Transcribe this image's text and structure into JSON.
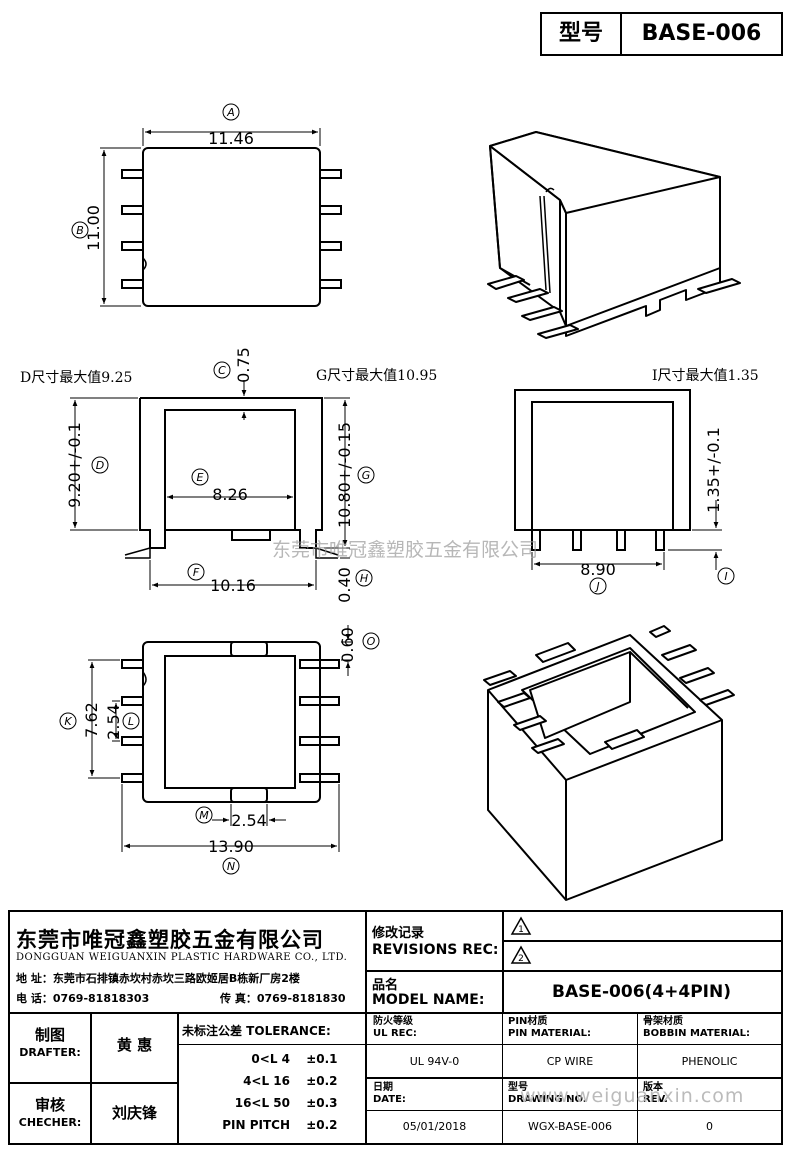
{
  "header": {
    "type_label": "型号",
    "type_value": "BASE-006"
  },
  "dimensions": {
    "a_value": "11.46",
    "b_value": "11.00",
    "c_value": "0.75",
    "d_value": "9.20+/-0.1",
    "e_value": "8.26",
    "f_value": "10.16",
    "g_value": "10.80+/-0.15",
    "h_value": "0.40",
    "i_value": "1.35+/-0.1",
    "j_value": "8.90",
    "k_value": "7.62",
    "l_value": "2.54",
    "m_value": "2.54",
    "n_value": "13.90",
    "o_value": "0.60"
  },
  "markers": {
    "a": "A",
    "b": "B",
    "c": "C",
    "d": "D",
    "e": "E",
    "f": "F",
    "g": "G",
    "h": "H",
    "i": "I",
    "j": "J",
    "k": "K",
    "l": "L",
    "m": "M",
    "n": "N",
    "o": "O"
  },
  "notes": {
    "d_note": "D尺寸最大值9.25",
    "g_note": "G尺寸最大值10.95",
    "i_note": "I尺寸最大值1.35"
  },
  "watermarks": {
    "company": "东莞市唯冠鑫塑胶五金有限公司",
    "url": "www.weiguanxin.com"
  },
  "company": {
    "name_cn": "东莞市唯冠鑫塑胶五金有限公司",
    "name_en": "DONGGUAN WEIGUANXIN PLASTIC HARDWARE CO., LTD.",
    "address": "地 址：东莞市石排镇赤坎村赤坎三路欧姬居B栋新厂房2楼",
    "phone": "电 话：0769-81818303",
    "fax": "传 真：0769-8181830"
  },
  "revisions": {
    "label_cn": "修改记录",
    "label_en": "REVISIONS REC:",
    "marks": [
      "1",
      "2"
    ]
  },
  "model": {
    "label_cn": "品名",
    "label_en": "MODEL NAME:",
    "value": "BASE-006(4+4PIN)"
  },
  "people": {
    "drafter_cn": "制图",
    "drafter_en": "DRAFTER:",
    "drafter_name": "黄 惠",
    "checker_cn": "审核",
    "checker_en": "CHECHER:",
    "checker_name": "刘庆锋"
  },
  "tolerance": {
    "title": "未标注公差 TOLERANCE:",
    "rows": [
      {
        "range": "0<L 4",
        "tol": "±0.1"
      },
      {
        "range": "4<L 16",
        "tol": "±0.2"
      },
      {
        "range": "16<L 50",
        "tol": "±0.3"
      },
      {
        "range": "PIN PITCH",
        "tol": "±0.2"
      }
    ]
  },
  "specs": {
    "ul_label_cn": "防火等级",
    "ul_label_en": "UL REC:",
    "ul_value": "UL 94V-0",
    "pin_label_cn": "PIN材质",
    "pin_label_en": "PIN MATERIAL:",
    "pin_value": "CP WIRE",
    "bobbin_label_cn": "骨架材质",
    "bobbin_label_en": "BOBBIN MATERIAL:",
    "bobbin_value": "PHENOLIC",
    "date_label_cn": "日期",
    "date_label_en": "DATE:",
    "date_value": "05/01/2018",
    "drawing_label_cn": "型号",
    "drawing_label_en": "DRAWING NO.",
    "drawing_value": "WGX-BASE-006",
    "rev_label_cn": "版本",
    "rev_label_en": "REV.",
    "rev_value": "0"
  }
}
